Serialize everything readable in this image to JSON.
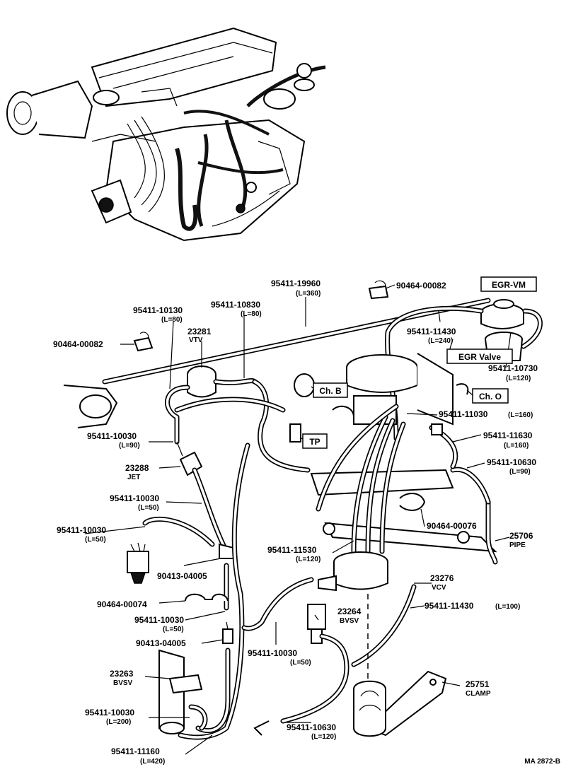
{
  "labels": {
    "p95411_19960": "95411-19960",
    "p95411_19960_len": "(L=360)",
    "p90464_00082_top": "90464-00082",
    "egr_vm": "EGR-VM",
    "p95411_10130": "95411-10130",
    "p95411_10130_len": "(L=80)",
    "p95411_10830": "95411-10830",
    "p95411_10830_len": "(L=80)",
    "p23281": "23281",
    "vtv": "VTV",
    "p90464_00082_left": "90464-00082",
    "p95411_11430_a": "95411-11430",
    "p95411_11430_a_len": "(L=240)",
    "egr_valve": "EGR Valve",
    "p95411_10730": "95411-10730",
    "p95411_10730_len": "(L=120)",
    "ch_b": "Ch. B",
    "ch_o": "Ch. O",
    "p95411_11030": "95411-11030",
    "p95411_11030_len": "(L=160)",
    "tp": "TP",
    "p95411_10030_a": "95411-10030",
    "p95411_10030_a_len": "(L=90)",
    "p95411_11630": "95411-11630",
    "p95411_11630_len": "(L=160)",
    "p23288": "23288",
    "jet": "JET",
    "p95411_10630_a": "95411-10630",
    "p95411_10630_a_len": "(L=90)",
    "p95411_10030_b": "95411-10030",
    "p95411_10030_b_len": "(L=50)",
    "p90464_00076": "90464-00076",
    "p25706": "25706",
    "pipe": "PIPE",
    "p95411_10030_c": "95411-10030",
    "p95411_10030_c_len": "(L=50)",
    "p95411_11530": "95411-11530",
    "p95411_11530_len": "(L=120)",
    "p90413_04005_a": "90413-04005",
    "p23276": "23276",
    "vcv": "VCV",
    "p90464_00074": "90464-00074",
    "p95411_11430_b": "95411-11430",
    "p95411_11430_b_len": "(L=100)",
    "p95411_10030_d": "95411-10030",
    "p95411_10030_d_len": "(L=50)",
    "p23264": "23264",
    "bvsv_a": "BVSV",
    "p90413_04005_b": "90413-04005",
    "p95411_10030_e": "95411-10030",
    "p95411_10030_e_len": "(L=50)",
    "p23263": "23263",
    "bvsv_b": "BVSV",
    "p25751": "25751",
    "clamp": "CLAMP",
    "p95411_10030_f": "95411-10030",
    "p95411_10030_f_len": "(L=200)",
    "p95411_10630_b": "95411-10630",
    "p95411_10630_b_len": "(L=120)",
    "p95411_11160": "95411-11160",
    "p95411_11160_len": "(L=420)",
    "footer_code": "MA 2872-B"
  }
}
